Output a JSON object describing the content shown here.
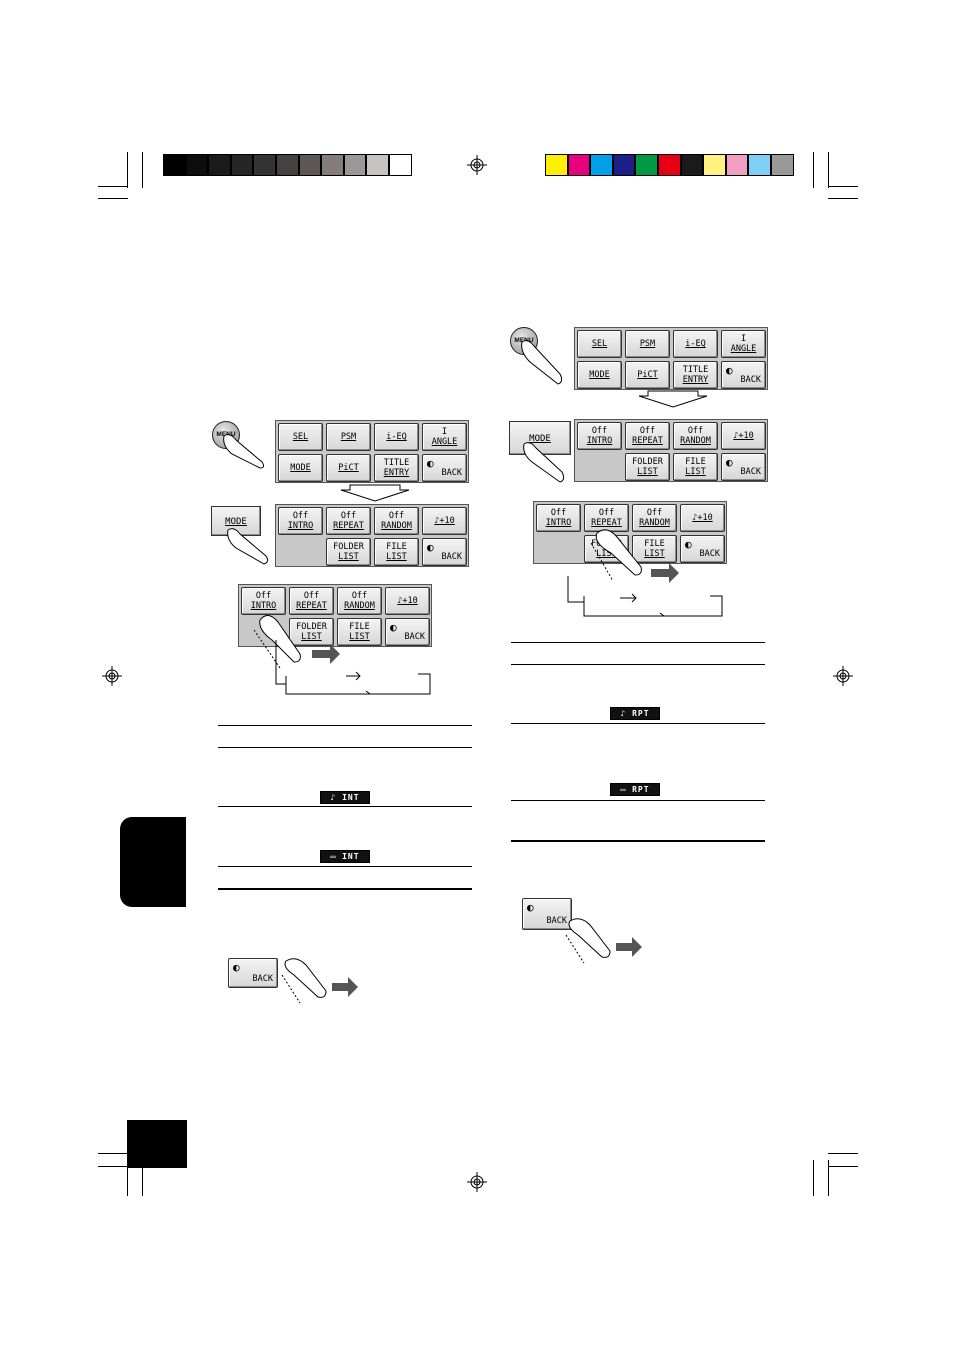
{
  "colors": {
    "gray_bar": [
      "#000000",
      "#0d0d0d",
      "#1a1a1a",
      "#262626",
      "#333333",
      "#474040",
      "#5c5656",
      "#857d7d",
      "#9e9797",
      "#c8c3c3",
      "#ffffff"
    ],
    "color_bar": [
      "#ffef00",
      "#e6007e",
      "#00a0e9",
      "#1d2088",
      "#009944",
      "#e60012",
      "#1a1a1a",
      "#fff280",
      "#f19ec2",
      "#7fcef4",
      "#999999"
    ]
  },
  "left": {
    "menu_button": "MENU",
    "menu_panel": [
      {
        "t": "",
        "b": "SEL"
      },
      {
        "t": "",
        "b": "PSM"
      },
      {
        "t": "",
        "b": "i-EQ"
      },
      {
        "t": "I",
        "b": "ANGLE"
      },
      {
        "t": "",
        "b": "MODE"
      },
      {
        "t": "",
        "b": "PiCT"
      },
      {
        "t": "TITLE",
        "b": "ENTRY"
      },
      {
        "t": "",
        "b": "BACK"
      }
    ],
    "mode_button": "MODE",
    "mode_panel": [
      {
        "t": "Off",
        "b": "INTRO"
      },
      {
        "t": "Off",
        "b": "REPEAT"
      },
      {
        "t": "Off",
        "b": "RANDOM"
      },
      {
        "t": "",
        "b": "♪+10"
      },
      {
        "t": "",
        "b": ""
      },
      {
        "t": "FOLDER",
        "b": "LIST"
      },
      {
        "t": "FILE",
        "b": "LIST"
      },
      {
        "t": "",
        "b": "BACK"
      }
    ],
    "lcd_1": "♪ INT",
    "lcd_2": "▭ INT",
    "back_button": "BACK"
  },
  "right": {
    "menu_button": "MENU",
    "menu_panel": [
      {
        "t": "",
        "b": "SEL"
      },
      {
        "t": "",
        "b": "PSM"
      },
      {
        "t": "",
        "b": "i-EQ"
      },
      {
        "t": "I",
        "b": "ANGLE"
      },
      {
        "t": "",
        "b": "MODE"
      },
      {
        "t": "",
        "b": "PiCT"
      },
      {
        "t": "TITLE",
        "b": "ENTRY"
      },
      {
        "t": "",
        "b": "BACK"
      }
    ],
    "mode_button": "MODE",
    "mode_panel": [
      {
        "t": "Off",
        "b": "INTRO"
      },
      {
        "t": "Off",
        "b": "REPEAT"
      },
      {
        "t": "Off",
        "b": "RANDOM"
      },
      {
        "t": "",
        "b": "♪+10"
      },
      {
        "t": "",
        "b": ""
      },
      {
        "t": "FOLDER",
        "b": "LIST"
      },
      {
        "t": "FILE",
        "b": "LIST"
      },
      {
        "t": "",
        "b": "BACK"
      }
    ],
    "lcd_1": "♪ RPT",
    "lcd_2": "▭ RPT",
    "back_button": "BACK"
  }
}
